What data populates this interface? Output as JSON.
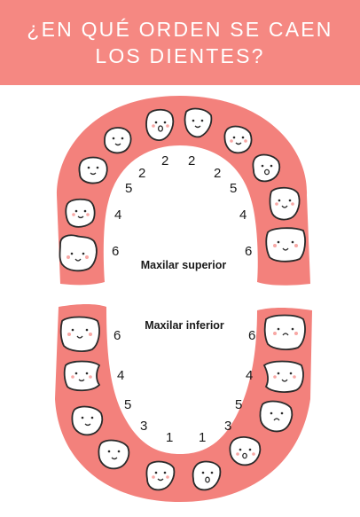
{
  "header": {
    "line1": "¿EN QUÉ ORDEN SE CAEN",
    "line2": "LOS DIENTES?"
  },
  "colors": {
    "header_bg": "#f58882",
    "gum": "#f3817c",
    "tooth_fill": "#ffffff",
    "tooth_outline": "#2a2a2a",
    "cheek": "#f7a7a4"
  },
  "upper": {
    "label": "Maxilar superior",
    "numbers_left": [
      "6",
      "4",
      "5",
      "2"
    ],
    "numbers_right": [
      "2",
      "5",
      "4",
      "6"
    ],
    "numbers_center": [
      "2"
    ]
  },
  "lower": {
    "label": "Maxilar inferior",
    "numbers_left": [
      "6",
      "4",
      "5",
      "3",
      "1"
    ],
    "numbers_right": [
      "1",
      "3",
      "5",
      "4",
      "6"
    ]
  }
}
